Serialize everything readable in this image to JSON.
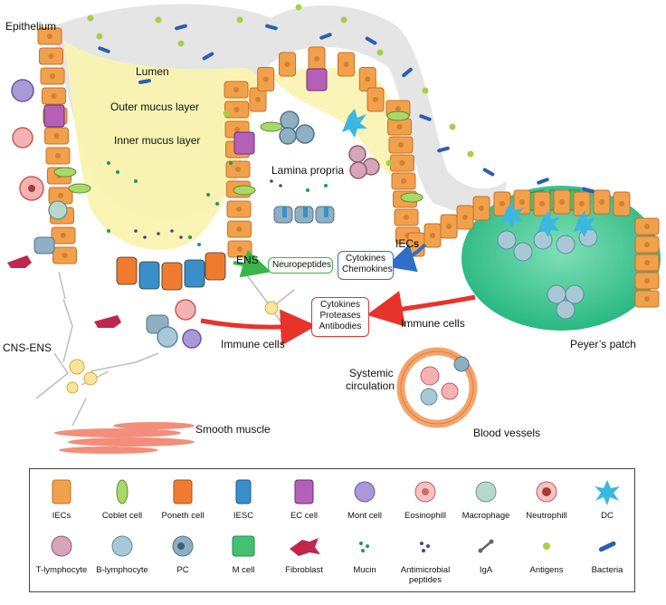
{
  "labels": {
    "epithelium": "Epithelium",
    "lumen": "Lumen",
    "outer_mucus": "Outer mucus layer",
    "inner_mucus": "Inner mucus layer",
    "lamina_propria": "Lamina propria",
    "iecs": "IECs",
    "ens": "ENS",
    "cns_ens": "CNS-ENS",
    "immune_cells_left": "Immune cells",
    "immune_cells_right": "Immune cells",
    "peyers_patch": "Peyer’s patch",
    "systemic_line1": "Systemic",
    "systemic_line2": "circulation",
    "blood_vessels": "Blood vessels",
    "smooth_muscle": "Smooth muscle"
  },
  "boxes": {
    "neuropeptides": "Neuropeptides",
    "cytokines_chemokines": [
      "Cytokines",
      "Chemokines"
    ],
    "cytokines_proteases_antibodies": [
      "Cytokines",
      "Proteases",
      "Antibodies"
    ]
  },
  "colors": {
    "iec": "#f1a04c",
    "iec_edge": "#c9702a",
    "goblet": "#a8d96a",
    "paneth": "#f07b2e",
    "iesc": "#3a8fc9",
    "ec_cell": "#b560b8",
    "mucus_inner": "#faf3b0",
    "mucus_outer": "#dedede",
    "peyers": "#35c48e",
    "arrow_red": "#e8332b",
    "arrow_green": "#3ab54a",
    "arrow_blue": "#2f6fc9",
    "muscle": "#f07b62",
    "vessel": "#f5a46b"
  },
  "legend": {
    "row1": [
      {
        "label": "IECs",
        "icon": "iec-icon"
      },
      {
        "label": "Coblet cell",
        "icon": "goblet-cell-icon"
      },
      {
        "label": "Poneth cell",
        "icon": "paneth-cell-icon"
      },
      {
        "label": "IESC",
        "icon": "iesc-icon"
      },
      {
        "label": "EC cell",
        "icon": "ec-cell-icon"
      },
      {
        "label": "Mont cell",
        "icon": "mast-cell-icon"
      },
      {
        "label": "Eosinophill",
        "icon": "eosinophil-icon"
      },
      {
        "label": "Macrophage",
        "icon": "macrophage-icon"
      },
      {
        "label": "Neutrophill",
        "icon": "neutrophil-icon"
      },
      {
        "label": "DC",
        "icon": "dendritic-cell-icon"
      }
    ],
    "row2": [
      {
        "label": "T-lymphocyte",
        "icon": "t-lymphocyte-icon"
      },
      {
        "label": "B-lymphocyte",
        "icon": "b-lymphocyte-icon"
      },
      {
        "label": "PC",
        "icon": "plasma-cell-icon"
      },
      {
        "label": "M cell",
        "icon": "m-cell-icon"
      },
      {
        "label": "Fibroblast",
        "icon": "fibroblast-icon"
      },
      {
        "label": "Mucin",
        "icon": "mucin-icon"
      },
      {
        "label": "Antimicrobial\npeptides",
        "icon": "antimicrobial-peptides-icon"
      },
      {
        "label": "IgA",
        "icon": "iga-icon"
      },
      {
        "label": "Antigens",
        "icon": "antigens-icon"
      },
      {
        "label": "Bacteria",
        "icon": "bacteria-icon"
      }
    ]
  }
}
